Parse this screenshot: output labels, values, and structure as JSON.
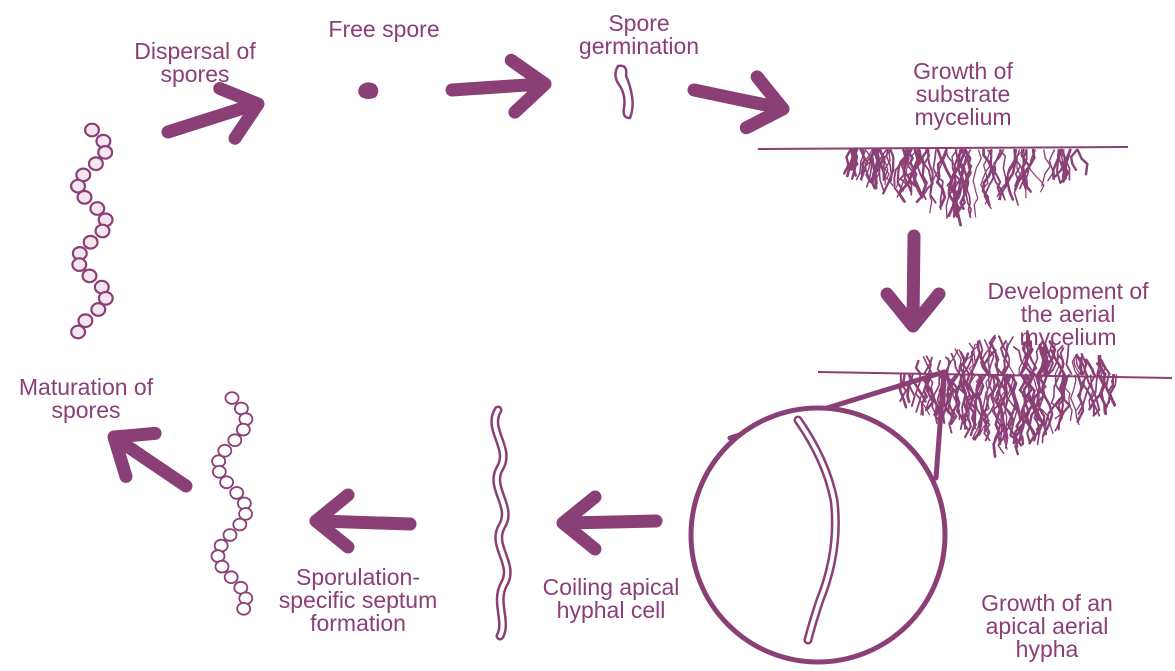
{
  "colors": {
    "accent": "#8a3f76",
    "background": "#ffffff"
  },
  "stages": {
    "dispersal": [
      "Dispersal of",
      "spores"
    ],
    "free_spore": [
      "Free spore"
    ],
    "germination": [
      "Spore",
      "germination"
    ],
    "substrate": [
      "Growth of",
      "substrate",
      "mycelium"
    ],
    "aerial_dev": [
      "Development of",
      "the aerial",
      "mycelium"
    ],
    "apical": [
      "Growth of an",
      "apical aerial",
      "hypha"
    ],
    "coiling": [
      "Coiling apical",
      "hyphal cell"
    ],
    "septum": [
      "Sporulation-",
      "specific septum",
      "formation"
    ],
    "maturation": [
      "Maturation of",
      "spores"
    ]
  },
  "icons": {
    "arrow": "cycle-arrow-icon",
    "spore": "spore-icon",
    "germinating_spore": "germinating-spore-icon",
    "substrate_mycelium": "substrate-mycelium-icon",
    "aerial_mycelium": "aerial-mycelium-icon",
    "magnifier": "magnified-hypha-icon",
    "coiled_hypha": "coiled-hypha-icon",
    "septate_chain": "septate-spore-chain-icon",
    "mature_chain": "mature-spore-chain-icon"
  }
}
